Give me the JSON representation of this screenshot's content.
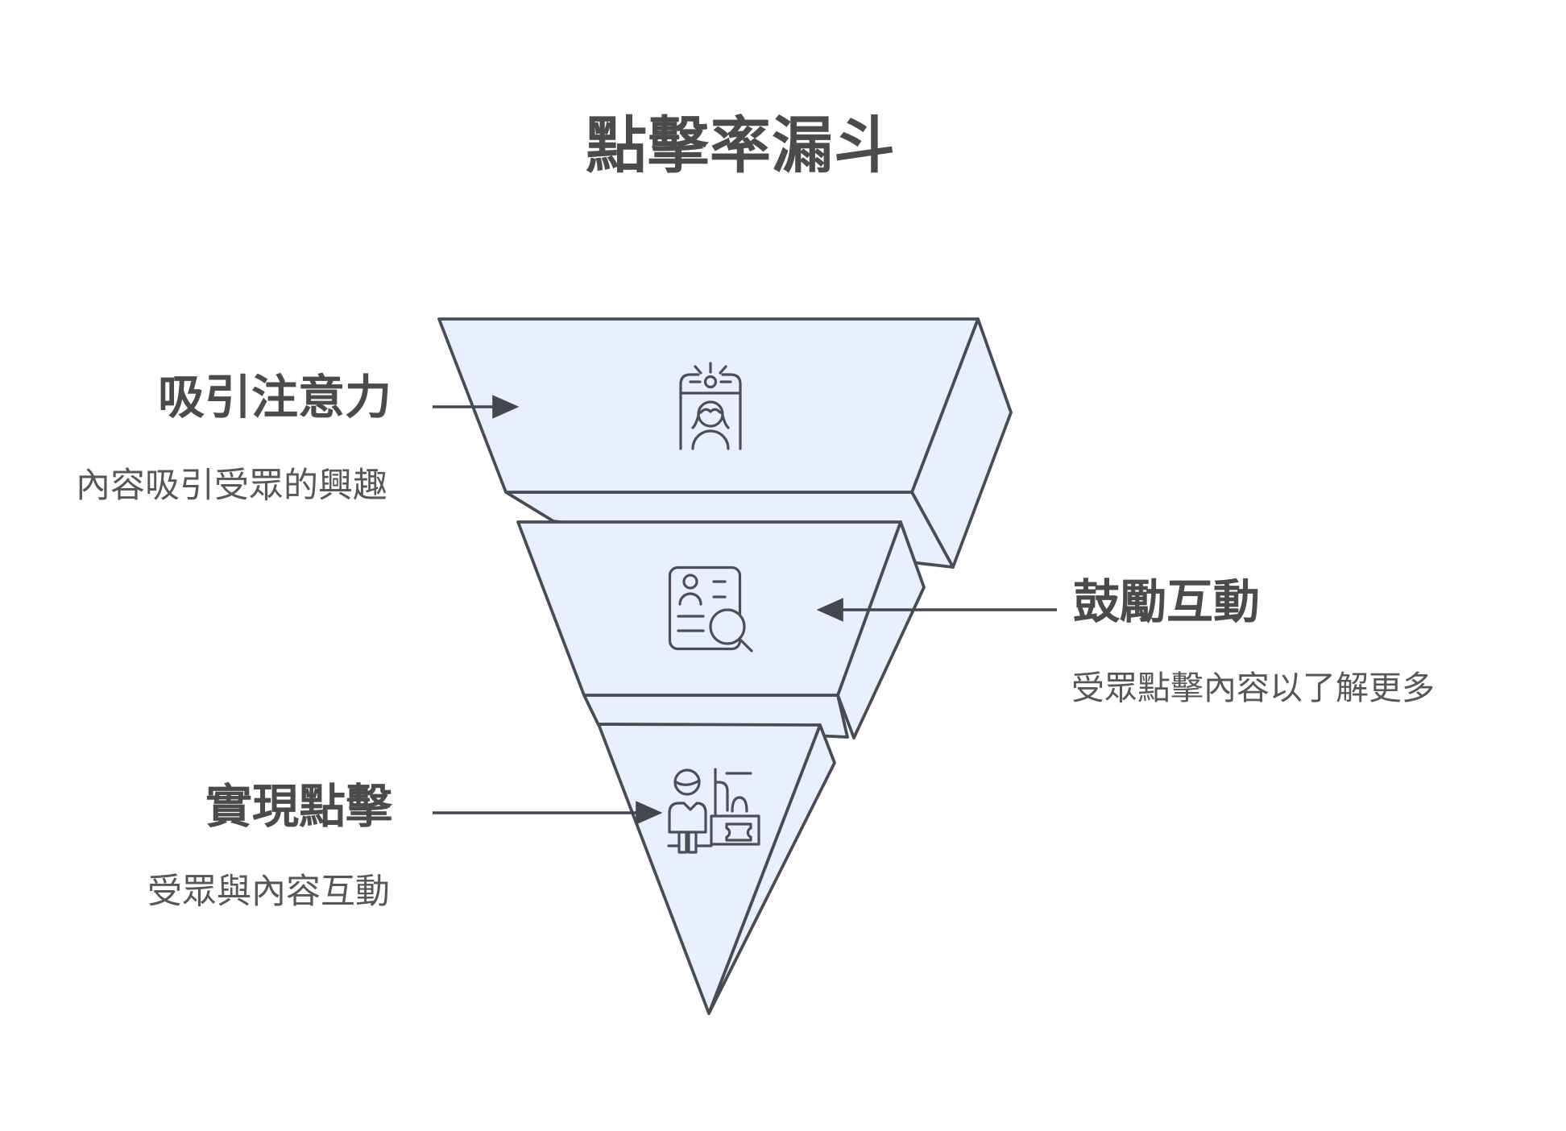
{
  "title": "點擊率漏斗",
  "stages": [
    {
      "label": "吸引注意力",
      "description": "內容吸引受眾的興趣",
      "icon": "attract-attention-icon",
      "side": "left"
    },
    {
      "label": "鼓勵互動",
      "description": "受眾點擊內容以了解更多",
      "icon": "profile-search-icon",
      "side": "right"
    },
    {
      "label": "實現點擊",
      "description": "受眾與內容互動",
      "icon": "checkout-click-icon",
      "side": "left"
    }
  ],
  "colors": {
    "funnel_fill": "#e9effc",
    "funnel_stroke": "#474c55",
    "arrow": "#43474f",
    "heading_text": "#4b4b4b",
    "description_text": "#575757",
    "background": "#ffffff"
  }
}
